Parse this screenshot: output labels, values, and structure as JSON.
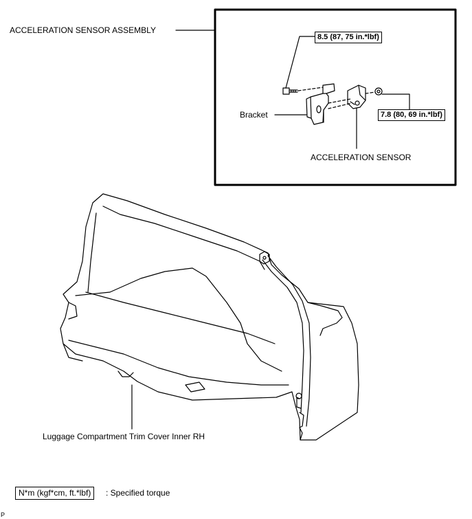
{
  "labels": {
    "assembly": "ACCELERATION SENSOR ASSEMBLY",
    "bracket": "Bracket",
    "sensor": "ACCELERATION SENSOR",
    "trim_cover": "Luggage Compartment Trim Cover Inner RH"
  },
  "torques": {
    "bolt": "8.5 (87, 75 in.*lbf)",
    "nut": "7.8 (80, 69 in.*lbf)"
  },
  "legend": {
    "unit": "N*m (kgf*cm, ft.*lbf)",
    "description": ": Specified torque"
  },
  "corner_mark": "P"
}
